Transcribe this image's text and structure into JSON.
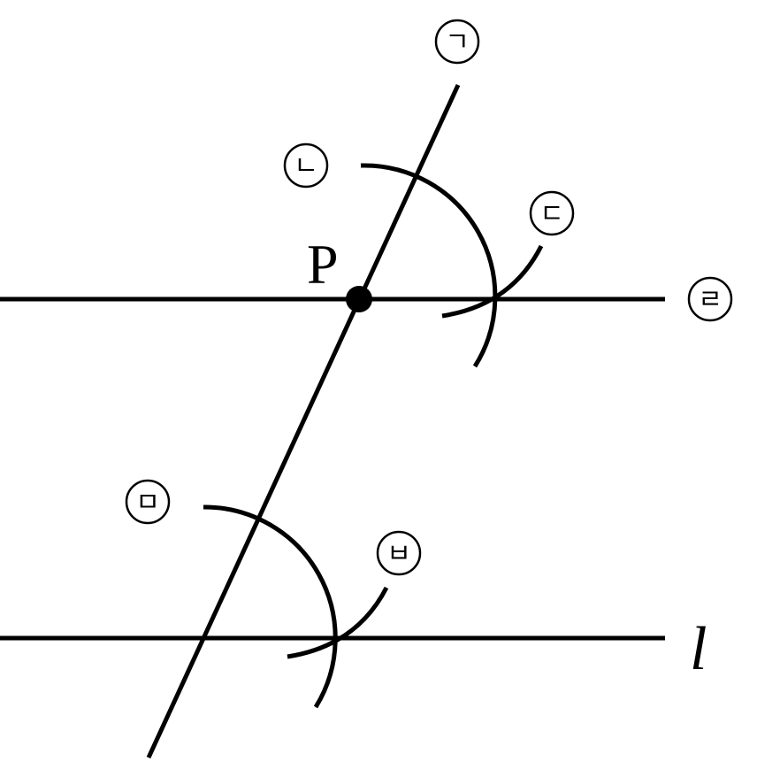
{
  "point_label": "P",
  "line_label": "l",
  "badges": {
    "g": "ㄱ",
    "n": "ㄴ",
    "d": "ㄷ",
    "r": "ㄹ",
    "m": "ㅁ",
    "b": "ㅂ"
  }
}
